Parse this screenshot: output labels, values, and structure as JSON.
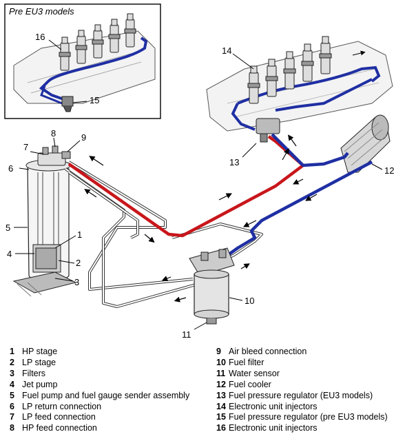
{
  "inset": {
    "title": "Pre EU3 models"
  },
  "callouts": [
    "1",
    "2",
    "3",
    "4",
    "5",
    "6",
    "7",
    "8",
    "9",
    "10",
    "11",
    "12",
    "13",
    "14",
    "15",
    "16"
  ],
  "legend": [
    {
      "num": "1",
      "text": "HP stage"
    },
    {
      "num": "2",
      "text": "LP stage"
    },
    {
      "num": "3",
      "text": "Filters"
    },
    {
      "num": "4",
      "text": "Jet pump"
    },
    {
      "num": "5",
      "text": "Fuel pump and fuel gauge sender assembly"
    },
    {
      "num": "6",
      "text": "LP return connection"
    },
    {
      "num": "7",
      "text": "LP feed connection"
    },
    {
      "num": "8",
      "text": "HP feed connection"
    },
    {
      "num": "9",
      "text": "Air bleed connection"
    },
    {
      "num": "10",
      "text": "Fuel filter"
    },
    {
      "num": "11",
      "text": "Water sensor"
    },
    {
      "num": "12",
      "text": "Fuel cooler"
    },
    {
      "num": "13",
      "text": "Fuel pressure regulator (EU3 models)"
    },
    {
      "num": "14",
      "text": "Electronic unit injectors"
    },
    {
      "num": "15",
      "text": "Fuel pressure regulator (pre EU3 models)"
    },
    {
      "num": "16",
      "text": "Electronic unit injectors"
    }
  ],
  "colors": {
    "hp_line": "#c8161b",
    "return_line": "#1f2fa3",
    "pipe": "#333333"
  }
}
